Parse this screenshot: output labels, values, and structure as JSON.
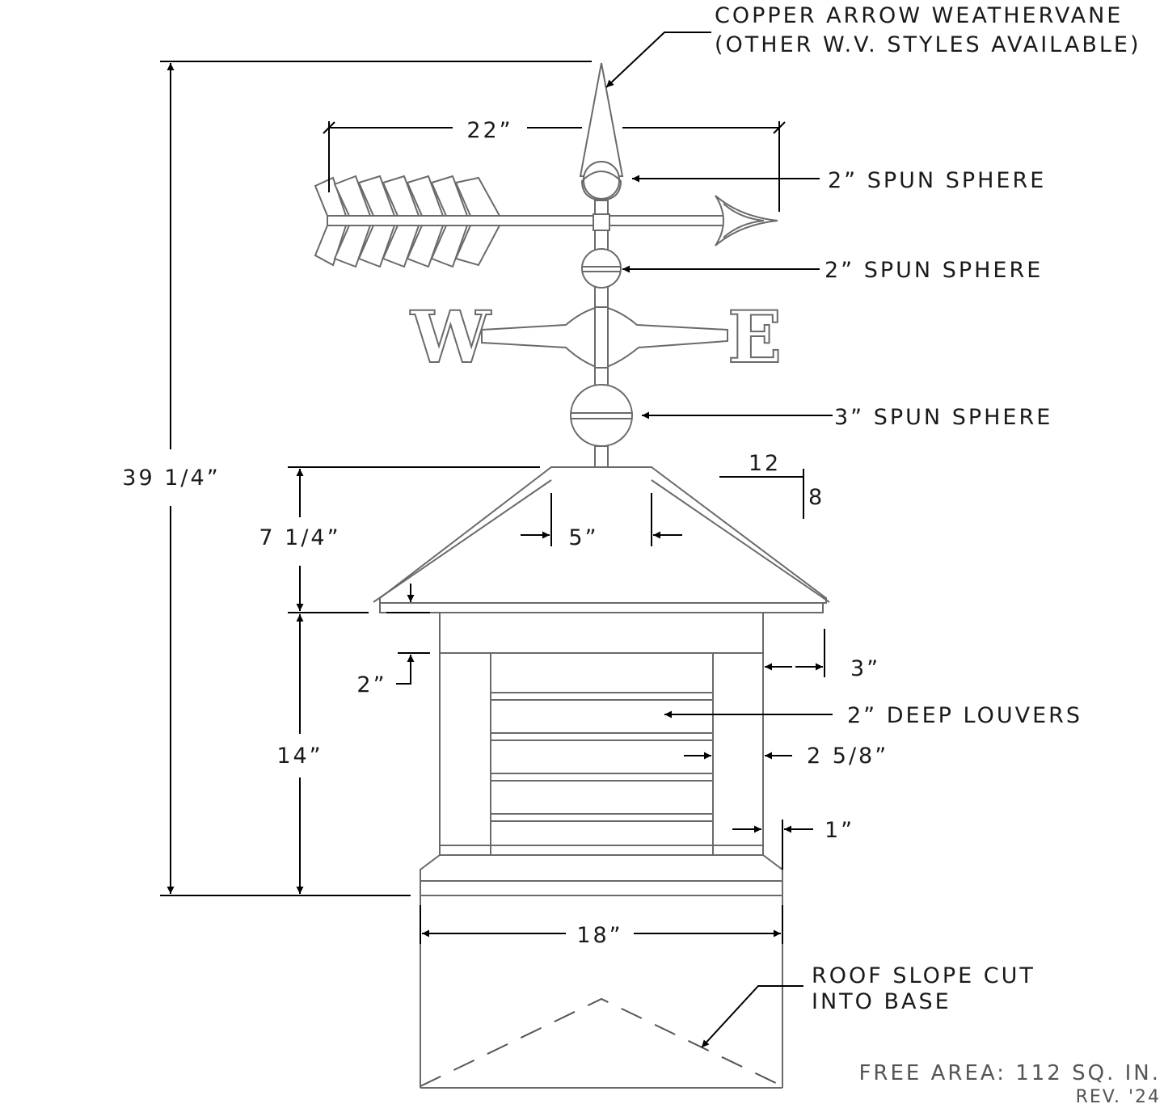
{
  "callouts": {
    "weathervane_line1": "COPPER ARROW WEATHERVANE",
    "weathervane_line2": "(OTHER W.V. STYLES AVAILABLE)",
    "sphere_top": "2” SPUN SPHERE",
    "sphere_mid": "2” SPUN SPHERE",
    "sphere_bottom": "3” SPUN SPHERE",
    "louvers": "2” DEEP LOUVERS",
    "roof_slope_line1": "ROOF SLOPE CUT",
    "roof_slope_line2": "INTO BASE"
  },
  "dimensions": {
    "overall_height": "39 1/4”",
    "arrow_width": "22”",
    "roof_height": "7 1/4”",
    "roof_top_width": "5”",
    "body_height": "14”",
    "band": "2”",
    "corner_board": "3”",
    "louver_inset": "2 5/8”",
    "base_offset": "1”",
    "base_width": "18”"
  },
  "pitch": {
    "run": "12",
    "rise": "8"
  },
  "compass": {
    "west": "W",
    "east": "E"
  },
  "footer": {
    "free_area": "FREE AREA: 112 SQ. IN.",
    "revision": "REV. '24"
  }
}
